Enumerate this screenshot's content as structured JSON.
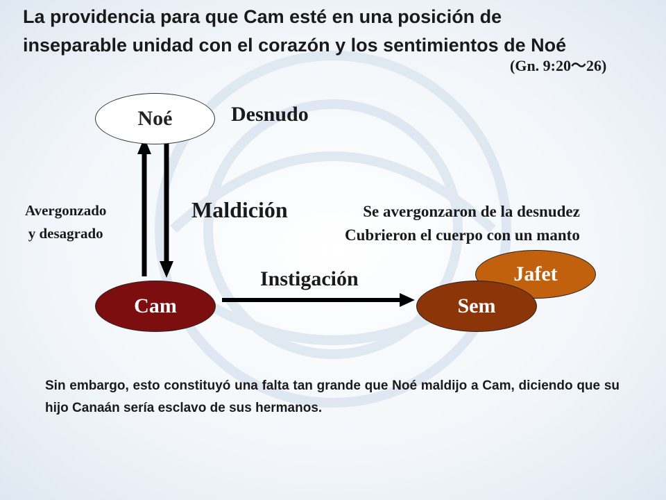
{
  "title": {
    "line1": "La providencia para que Cam esté en una posición de",
    "line2": "inseparable unidad con el corazón y los sentimientos de Noé",
    "reference": "(Gn. 9:20～26)"
  },
  "nodes": {
    "noe": "Noé",
    "cam": "Cam",
    "jafet": "Jafet",
    "sem": "Sem"
  },
  "labels": {
    "desnudo": "Desnudo",
    "maldicion": "Maldición",
    "avergonzado_line1": "Avergonzado",
    "avergonzado_line2": "y desagrado",
    "se_avergonzaron": "Se avergonzaron de la desnudez",
    "cubrieron": "Cubrieron el cuerpo con un manto",
    "instigacion": "Instigación"
  },
  "paragraph": "Sin embargo, esto constituyó una falta tan grande que Noé maldijo a Cam, diciendo que su hijo Canaán sería esclavo de sus hermanos.",
  "colors": {
    "cam": "#7d0e10",
    "sem": "#8c3509",
    "jafet": "#c2610d",
    "noe": "#ffffff",
    "arrow": "#000000"
  }
}
